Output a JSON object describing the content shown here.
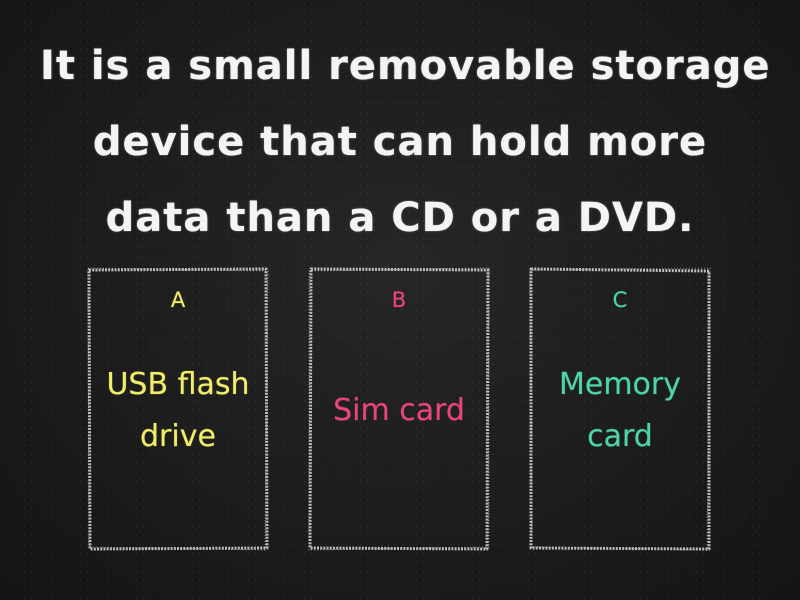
{
  "question": {
    "lines": [
      "It is a small removable storage",
      "device that can hold more",
      "data than a CD or a DVD."
    ]
  },
  "options": [
    {
      "letter": "A",
      "answer_lines": [
        "USB flash",
        "drive"
      ],
      "color": "#f2ee6a"
    },
    {
      "letter": "B",
      "answer_lines": [
        "Sim card"
      ],
      "color": "#e8457a"
    },
    {
      "letter": "C",
      "answer_lines": [
        "Memory",
        "card"
      ],
      "color": "#4fd3a8"
    }
  ],
  "theme": {
    "background": "#1b1b1b",
    "chalk": "#f4f4f4"
  }
}
